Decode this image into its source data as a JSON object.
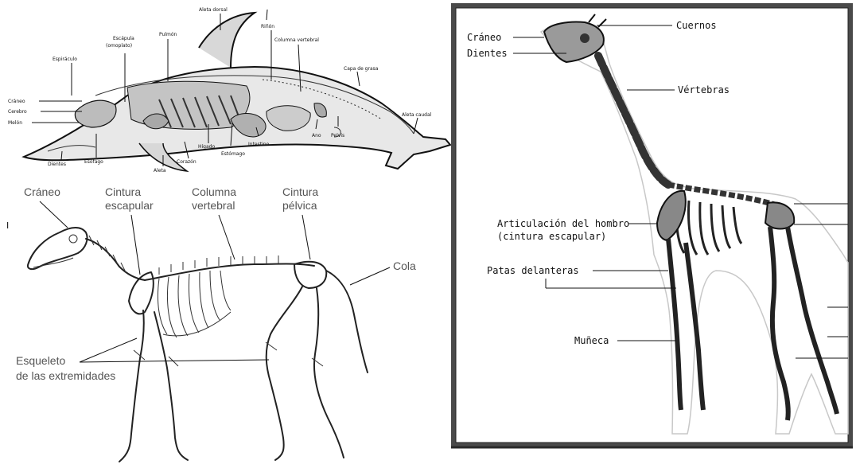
{
  "dolphin": {
    "labels": {
      "aleta_dorsal": "Aleta dorsal",
      "rinon": "Riñón",
      "columna_vertebral": "Columna vertebral",
      "pulmon": "Pulmón",
      "escapula_1": "Escápula",
      "escapula_2": "(omoplato)",
      "espiraculo": "Espiráculo",
      "capa_de_grasa": "Capa de grasa",
      "craneo": "Cráneo",
      "cerebro": "Cerebro",
      "melon": "Melón",
      "aleta_caudal": "Aleta caudal",
      "ano": "Ano",
      "pelvis": "Pelvis",
      "intestino": "Intestino",
      "higado": "Hígado",
      "estomago": "Estómago",
      "corazon": "Corazón",
      "esofago": "Esófago",
      "dientes": "Dientes",
      "aleta": "Aleta"
    }
  },
  "quadruped": {
    "marker": "I",
    "labels": {
      "craneo": "Cráneo",
      "cintura_escapular_1": "Cintura",
      "cintura_escapular_2": "escapular",
      "columna_1": "Columna",
      "columna_2": "vertebral",
      "cintura_pelvica_1": "Cintura",
      "cintura_pelvica_2": "pélvica",
      "cola": "Cola",
      "extremidades_1": "Esqueleto",
      "extremidades_2": "de las extremidades"
    }
  },
  "giraffe": {
    "labels": {
      "cuernos": "Cuernos",
      "craneo": "Cráneo",
      "dientes": "Dientes",
      "vertebras": "Vértebras",
      "hombro_1": "Articulación del hombro",
      "hombro_2": "(cintura escapular)",
      "patas_delanteras": "Patas delanteras",
      "muneca": "Muñeca"
    }
  }
}
